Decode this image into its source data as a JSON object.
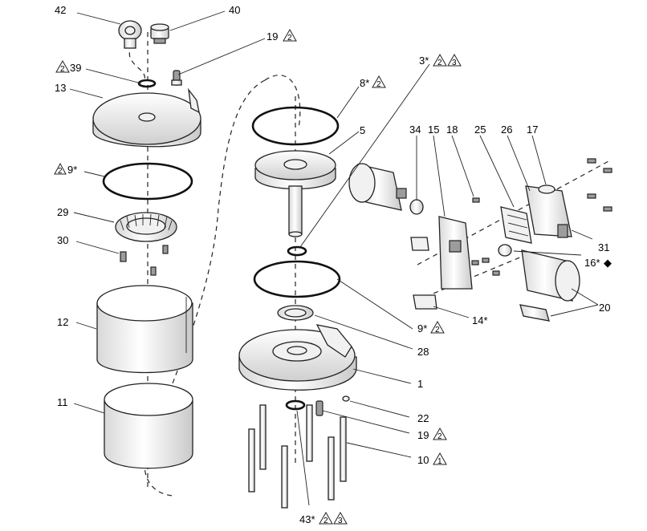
{
  "callouts": {
    "c42": "42",
    "c40": "40",
    "c19a": "19",
    "c39": "39",
    "c13": "13",
    "c9a": "9*",
    "c29": "29",
    "c30": "30",
    "c12": "12",
    "c11": "11",
    "c3": "3*",
    "c8": "8*",
    "c5": "5",
    "c34": "34",
    "c15": "15",
    "c18": "18",
    "c25": "25",
    "c26": "26",
    "c17": "17",
    "c31": "31",
    "c16": "16*",
    "c20": "20",
    "c14": "14*",
    "c9b": "9*",
    "c28": "28",
    "c1": "1",
    "c22": "22",
    "c19b": "19",
    "c10": "10",
    "c43": "43*"
  },
  "warnings": {
    "w2": "2",
    "w3": "3",
    "w1": "1"
  },
  "symbols": {
    "diamond": "◆"
  }
}
